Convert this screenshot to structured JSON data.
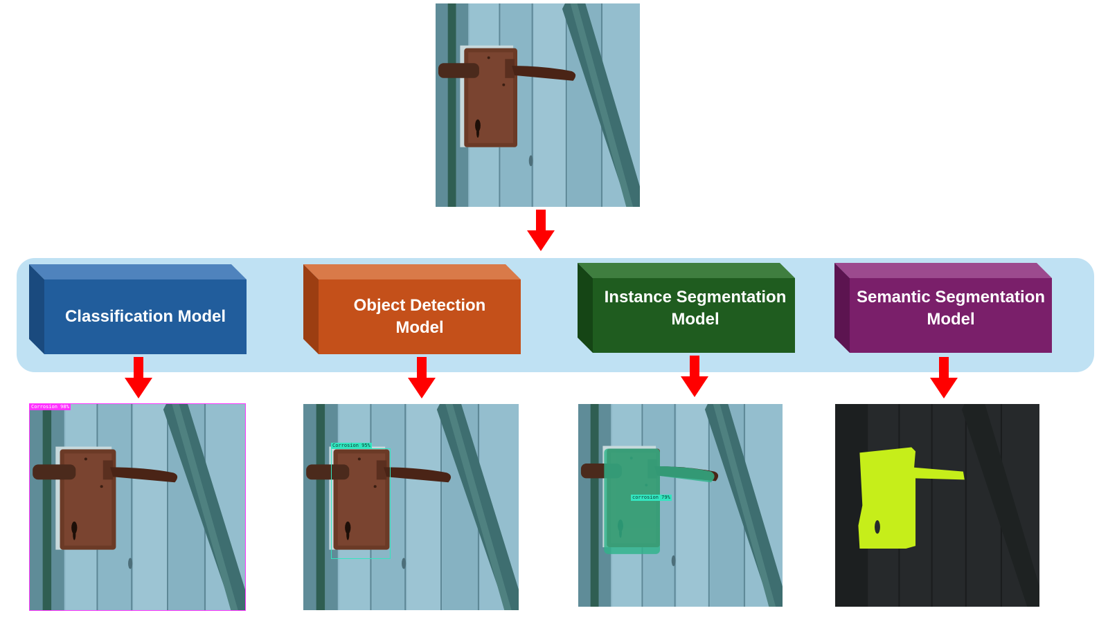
{
  "models": [
    {
      "label": "Classification Model",
      "color": "#215d9c"
    },
    {
      "label": "Object Detection Model",
      "color": "#c4501a"
    },
    {
      "label": "Instance Segmentation Model",
      "color": "#1f5c1f"
    },
    {
      "label": "Semantic Segmentation Model",
      "color": "#7a1f6a"
    }
  ],
  "outputs": {
    "classification_tag": "Corrosion 98%",
    "detection_tag": "Corrosion 95%",
    "instance_tag": "corrosion 79%"
  },
  "colors": {
    "band": "#bfe1f3",
    "arrow": "#ff0000",
    "wood": "#8fb9c9",
    "rust": "#6b3a26",
    "instance_mask": "#2fb38a",
    "semantic_mask": "#c6ee1a",
    "tag_magenta": "#ff33ff",
    "tag_teal": "#33e6c0"
  }
}
